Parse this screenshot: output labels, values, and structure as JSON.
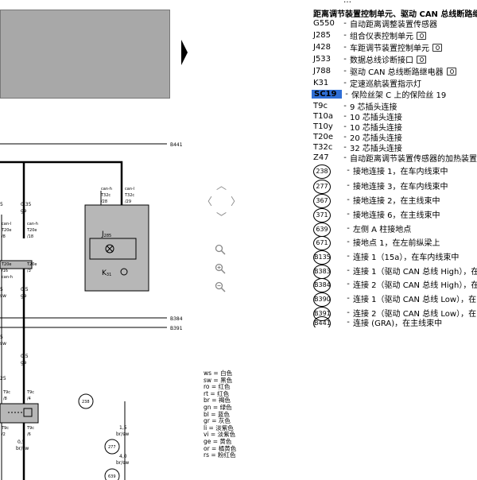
{
  "legend": {
    "top_cut": "…",
    "title": "距离调节装置控制单元、驱动 CAN 总线断路继",
    "items": [
      {
        "code": "G550",
        "desc": "自动距离调整装置传感器",
        "camera": false
      },
      {
        "code": "J285",
        "desc": "组合仪表控制单元",
        "camera": true
      },
      {
        "code": "J428",
        "desc": "车距调节装置控制单元",
        "camera": true
      },
      {
        "code": "J533",
        "desc": "数据总线诊断接口",
        "camera": true
      },
      {
        "code": "J788",
        "desc": "驱动 CAN 总线断路继电器",
        "camera": true
      },
      {
        "code": "K31",
        "desc": "定速巡航装置指示灯",
        "camera": false
      },
      {
        "code": "SC19",
        "desc": "保险丝架 C 上的保险丝 19",
        "camera": false,
        "highlight": true
      },
      {
        "code": "T9c",
        "desc": "9 芯插头连接",
        "camera": false
      },
      {
        "code": "T10a",
        "desc": "10 芯插头连接",
        "camera": false
      },
      {
        "code": "T10y",
        "desc": "10 芯插头连接",
        "camera": false
      },
      {
        "code": "T20e",
        "desc": "20 芯插头连接",
        "camera": false
      },
      {
        "code": "T32c",
        "desc": "32 芯插头连接",
        "camera": false
      },
      {
        "code": "Z47",
        "desc": "自动距离调节装置传感器的加热装置",
        "camera": false
      }
    ],
    "circled": [
      {
        "code": "238",
        "desc": "接地连接 1，在车内线束中"
      },
      {
        "code": "277",
        "desc": "接地连接 3，在车内线束中"
      },
      {
        "code": "367",
        "desc": "接地连接 2，在主线束中"
      },
      {
        "code": "371",
        "desc": "接地连接 6，在主线束中"
      },
      {
        "code": "639",
        "desc": "左侧 A 柱接地点"
      },
      {
        "code": "671",
        "desc": "接地点 1，在左前纵梁上"
      },
      {
        "code": "B135",
        "desc": "连接 1（15a），在车内线束中"
      },
      {
        "code": "B383",
        "desc": "连接 1（驱动 CAN 总线 High），在"
      },
      {
        "code": "B384",
        "desc": "连接 2（驱动 CAN 总线 High），在"
      },
      {
        "code": "B390",
        "desc": "连接 1（驱动 CAN 总线 Low），在"
      },
      {
        "code": "B391",
        "desc": "连接 2（驱动 CAN 总线 Low），在"
      },
      {
        "code": "B441",
        "desc": "连接 (GRA)，在主线束中"
      }
    ]
  },
  "diagram": {
    "bus_labels": [
      "B441",
      "B384",
      "B391"
    ],
    "wire_labels": {
      "w035": "0,35",
      "ge": "ge",
      "w05a": "0,5",
      "ge2": "ge",
      "w05b": "0,5",
      "ge3": "ge",
      "w15": "1,5",
      "brsw": "br/sw",
      "w40": "4,0",
      "brsw2": "br/sw",
      "w05c": "0,5",
      "brsw3": "br/sw",
      "w5a": "5",
      "w5b": "5",
      "w5c": "5",
      "sw": "sw",
      "sw2": "sw",
      "w25": "25"
    },
    "connectors": {
      "canh1": "can-h",
      "t32c_28": "T32c",
      "p28": "/28",
      "canl1": "can-l",
      "t32c_29": "T32c",
      "p29": "/29",
      "canl2": "can-l",
      "t20e_8": "T20e",
      "p8": "/8",
      "canh2": "can-h",
      "t20e_18": "T20e",
      "p18": "/18",
      "t20e_16": "T20e",
      "p16": "/16",
      "canh3": "can-h",
      "t20e_3": "T20e",
      "p3": "/3",
      "t9c_4": "T9c",
      "p4": "/4",
      "t9c_8": "T9c",
      "p8b": "/8",
      "t9c_2": "T9c",
      "p2": "/2",
      "t9c_6": "T9c",
      "p6": "/6"
    },
    "components": {
      "j285": "J",
      "j285_sub": "285",
      "k31": "K",
      "k31_sub": "31"
    },
    "grounds": [
      "238",
      "277",
      "639"
    ]
  },
  "colors_legend": [
    "ws = 白色",
    "sw = 黑色",
    "ro = 红色",
    "rt = 红色",
    "br = 褐色",
    "gn = 绿色",
    "bl = 蓝色",
    "gr = 灰色",
    "li = 淡紫色",
    "vi = 淡紫色",
    "ge = 黄色",
    "or = 橘黄色",
    "rs = 粉红色"
  ]
}
